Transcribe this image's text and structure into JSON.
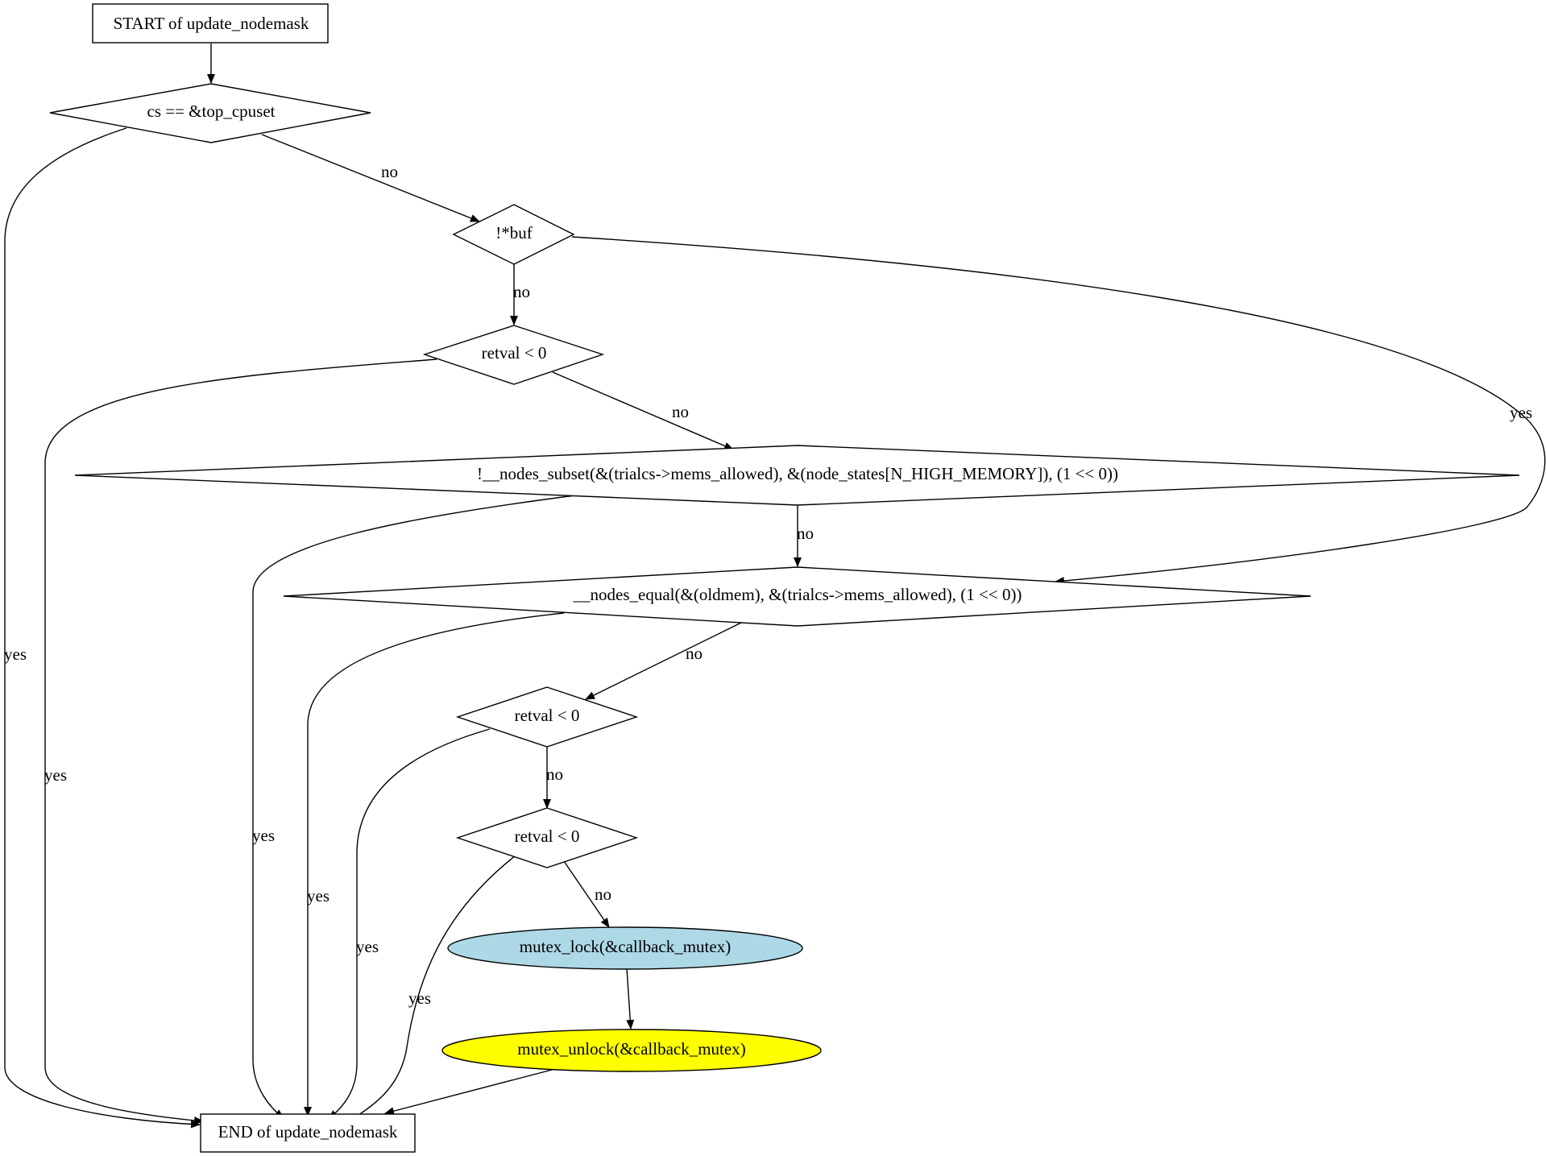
{
  "nodes": {
    "start": {
      "label": "START of update_nodemask"
    },
    "cond_top_cpuset": {
      "label": "cs == &top_cpuset"
    },
    "cond_buf": {
      "label": "!*buf"
    },
    "cond_retval_1": {
      "label": "retval < 0"
    },
    "cond_nodes_subset": {
      "label": "!__nodes_subset(&(trialcs->mems_allowed), &(node_states[N_HIGH_MEMORY]), (1 << 0))"
    },
    "cond_nodes_equal": {
      "label": "__nodes_equal(&(oldmem), &(trialcs->mems_allowed), (1 << 0))"
    },
    "cond_retval_2": {
      "label": "retval < 0"
    },
    "cond_retval_3": {
      "label": "retval < 0"
    },
    "mutex_lock": {
      "label": "mutex_lock(&callback_mutex)",
      "fill": "#add8e6"
    },
    "mutex_unlock": {
      "label": "mutex_unlock(&callback_mutex)",
      "fill": "#ffff00"
    },
    "end": {
      "label": "END of update_nodemask"
    }
  },
  "edges": {
    "e1_no": "no",
    "e1_yes": "yes",
    "e2_no": "no",
    "e2_yes": "yes",
    "e3_no": "no",
    "e3_yes": "yes",
    "e4_no": "no",
    "e4_yes": "yes",
    "e5_no": "no",
    "e5_yes": "yes",
    "e6_no": "no",
    "e6_yes": "yes",
    "e7_no": "no",
    "e7_yes": "yes"
  }
}
